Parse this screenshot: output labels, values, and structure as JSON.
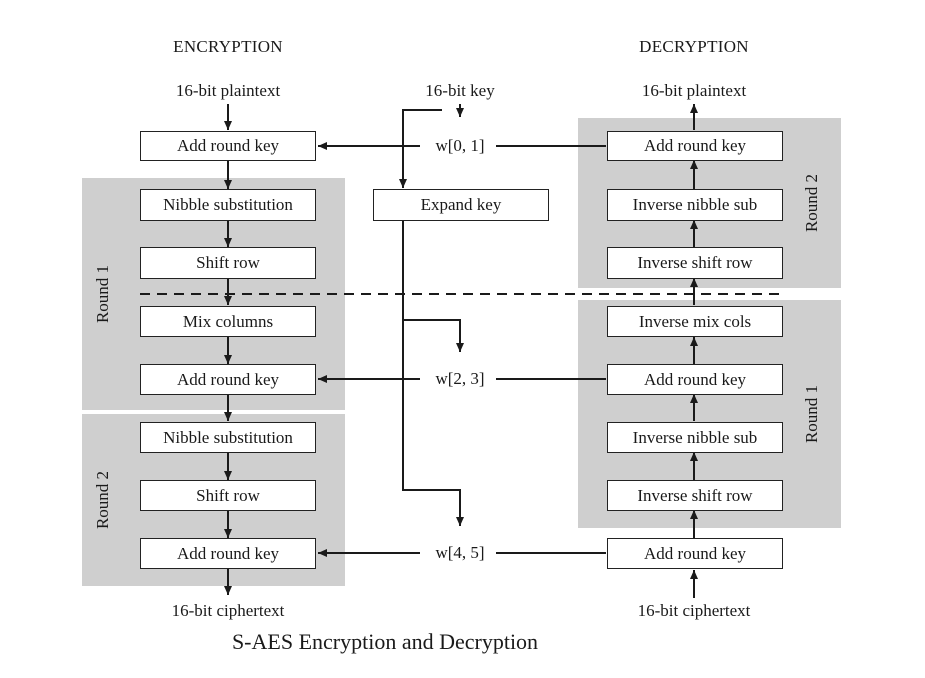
{
  "headers": {
    "encryption": "ENCRYPTION",
    "decryption": "DECRYPTION"
  },
  "labels": {
    "enc_plaintext": "16-bit plaintext",
    "key": "16-bit key",
    "dec_plaintext": "16-bit plaintext",
    "enc_ciphertext": "16-bit ciphertext",
    "dec_ciphertext": "16-bit ciphertext"
  },
  "rounds": {
    "enc_round1": "Round 1",
    "enc_round2": "Round 2",
    "dec_round2": "Round 2",
    "dec_round1": "Round 1"
  },
  "encryption": [
    "Add round key",
    "Nibble substitution",
    "Shift row",
    "Mix columns",
    "Add round key",
    "Nibble substitution",
    "Shift row",
    "Add round key"
  ],
  "key_schedule": {
    "expand": "Expand key",
    "w01": "w[0, 1]",
    "w23": "w[2, 3]",
    "w45": "w[4, 5]"
  },
  "decryption": [
    "Add round key",
    "Inverse nibble sub",
    "Inverse shift row",
    "Inverse mix cols",
    "Add round key",
    "Inverse nibble sub",
    "Inverse shift row",
    "Add round key"
  ],
  "caption": "S-AES Encryption and Decryption"
}
